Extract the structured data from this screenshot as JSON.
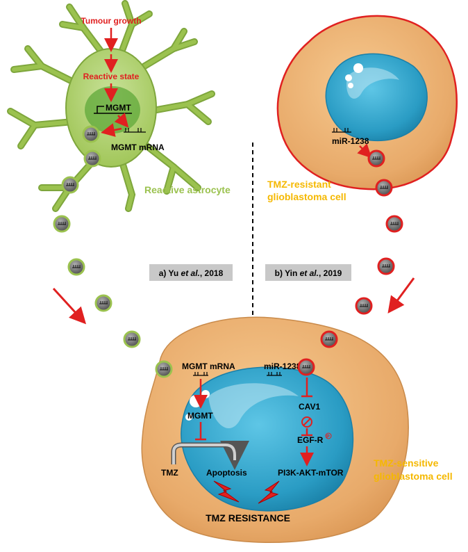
{
  "astrocyte": {
    "label": "Reactive astrocyte",
    "tumour_growth": "Tumour growth",
    "reactive_state": "Reactive state",
    "gene": "MGMT",
    "mrna": "MGMT mRNA",
    "color": "#9bc24f"
  },
  "resistant_cell": {
    "label_line1": "TMZ-resistant",
    "label_line2": "glioblastoma cell",
    "mirna": "miR-1238",
    "border_color": "#e02020"
  },
  "sensitive_cell": {
    "label_line1": "TMZ-sensitive",
    "label_line2": "glioblastoma cell",
    "mgmt_mrna": "MGMT mRNA",
    "mgmt": "MGMT",
    "tmz": "TMZ",
    "apoptosis": "Apoptosis",
    "mirna": "miR-1238",
    "cav1": "CAV1",
    "egfr": "EGF-R",
    "egfr_mark": "P",
    "pathway": "PI3K-AKT-mTOR",
    "outcome": "TMZ RESISTANCE"
  },
  "references": {
    "a_prefix": "a) Yu ",
    "a_italic": "et al.",
    "a_suffix": ", 2018",
    "b_prefix": "b) Yin ",
    "b_italic": "et al.",
    "b_suffix": ", 2019"
  },
  "colors": {
    "arrow": "#e02020",
    "label_yellow": "#f5b800",
    "label_green": "#9bc24f",
    "cell_orange": "#e8aa6a",
    "nucleus_blue": "#2a9cc4",
    "ref_box": "#c8c8c8"
  }
}
